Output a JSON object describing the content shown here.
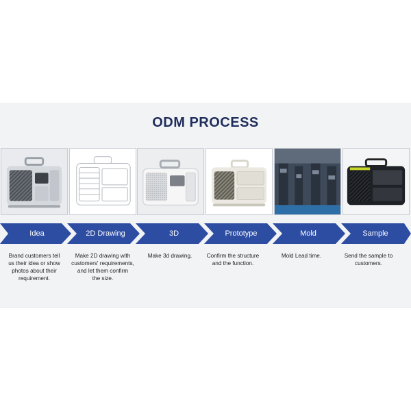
{
  "title": "ODM PROCESS",
  "steps": [
    {
      "label": "Idea",
      "desc": [
        "Brand customers tell",
        "us their idea or show",
        "photos about their",
        "requirement."
      ],
      "image": "rendered-gray-carbon-product"
    },
    {
      "label": "2D Drawing",
      "desc": [
        "Make 2D drawing with",
        "customers' requirements,",
        "and let them confirm",
        "the size."
      ],
      "image": "line-drawing-product"
    },
    {
      "label": "3D",
      "desc": [
        "Make 3d drawing."
      ],
      "image": "3d-model-product"
    },
    {
      "label": "Prototype",
      "desc": [
        "Confirm the structure",
        "and the function."
      ],
      "image": "white-prototype-product"
    },
    {
      "label": "Mold",
      "desc": [
        "Mold Lead time."
      ],
      "image": "mold-machinery"
    },
    {
      "label": "Sample",
      "desc": [
        "Send the sample to",
        "customers."
      ],
      "image": "black-carbon-sample-product"
    }
  ],
  "colors": {
    "title": "#1f2d5c",
    "arrow": "#2d4da3",
    "band": "#f2f3f5"
  }
}
